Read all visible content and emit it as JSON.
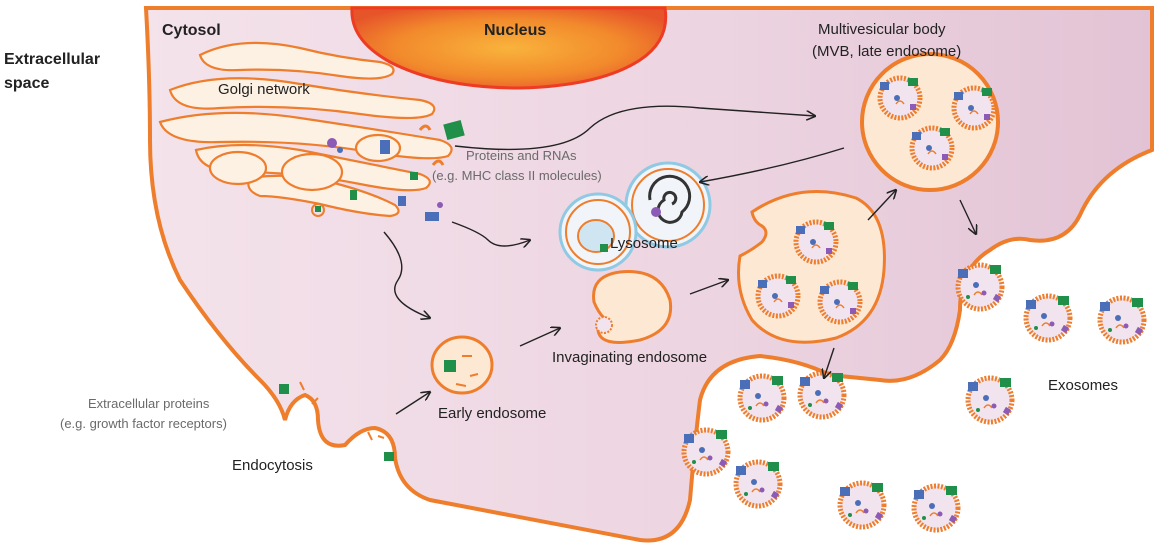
{
  "labels": {
    "extracellular_line1": "Extracellular",
    "extracellular_line2": "space",
    "cytosol": "Cytosol",
    "nucleus": "Nucleus",
    "golgi": "Golgi network",
    "mvb_line1": "Multivesicular body",
    "mvb_line2": "(MVB, late endosome)",
    "proteins_line1": "Proteins and RNAs",
    "proteins_line2": "(e.g. MHC class II molecules)",
    "lysosome": "Lysosome",
    "invaginating": "Invaginating endosome",
    "early_endosome": "Early endosome",
    "extracellular_proteins_line1": "Extracellular proteins",
    "extracellular_proteins_line2": "(e.g. growth factor receptors)",
    "endocytosis": "Endocytosis",
    "exosomes": "Exosomes"
  },
  "colors": {
    "membrane": "#ee7d2c",
    "cytosol": "#f3dfe8",
    "cytosol_dark": "#e3c3d6",
    "vesicle_fill": "#fde8d4",
    "exosome_fill": "#f2e4ee",
    "nucleus_outer": "#ee3b23",
    "nucleus_inner": "#f7a23a",
    "lysosome_ring": "#8fc9e3",
    "protein_green": "#1f8f4a",
    "protein_blue": "#4a6fb8",
    "protein_purple": "#8c5bb5",
    "arrow": "#222222"
  }
}
